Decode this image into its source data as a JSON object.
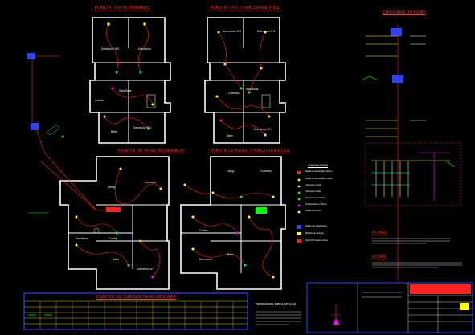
{
  "titles": {
    "plan_top_left": "PLANTA TIPO ALUMBRADO",
    "plan_top_right": "PLANTA TIPO TOMACORRIENTES",
    "plan_bottom_left": "PLANTA 1er NIVEL ALUMBRADO",
    "plan_bottom_right": "PLANTA 1er NIVEL TOMACORRIENTES",
    "single_line_top": "DIAGRAMA UNIFILAR",
    "legend": "SIMBOLOGIA",
    "notes_1": "NOTAS",
    "notes_2": "NOTAS",
    "table": "CUADRO DE CARGAS DE ALUMBRADO",
    "calc": "RESUMEN DE CARGAS"
  },
  "rooms": {
    "tl_dorm_a": "Dormitorio Nº2",
    "tl_dorm_b": "Dormitorio",
    "tl_sala": "Sala Estar",
    "tl_cocina": "Cocina",
    "tl_bano": "Baño",
    "tl_dorm_c": "Dormitorio Nº1",
    "tr_dorm_a": "Dormitorio Nº2",
    "tr_dorm_b": "Dormitorio Nº3",
    "tr_sala": "Sala Estar",
    "tr_comedor": "Comedor",
    "tr_bano": "Baño",
    "tr_dorm_c": "Dormitorio Nº1",
    "bl_living": "Living",
    "bl_comedor": "Comedor",
    "bl_dorm": "Dormitorio",
    "bl_cocina": "Cocina",
    "bl_bano": "Baño",
    "bl_dorm2": "Dormitorio Nº1",
    "br_living": "Living",
    "br_comedor": "Comedor",
    "br_cocina": "Cocina",
    "br_dorm": "Dormitorio",
    "br_bano": "Baño"
  },
  "legend_items": [
    "Salida de Alumbrado (Techo)",
    "Salida de Alumbrado (Pared)",
    "Interruptor Simple",
    "Interruptor Doble",
    "Tomacorriente Doble",
    "Tomacorriente c/ Tierra",
    "Salida de Fuerza",
    "Tablero de Distribucion",
    "Medidor de Energia",
    "Pozo de Puesta a Tierra"
  ],
  "colors": {
    "wall": "#ffffff",
    "red": "#ff2020",
    "yellow": "#ffff00",
    "green": "#00ff00",
    "cyan": "#00ffff",
    "magenta": "#ff00ff",
    "blue": "#3040ff"
  }
}
